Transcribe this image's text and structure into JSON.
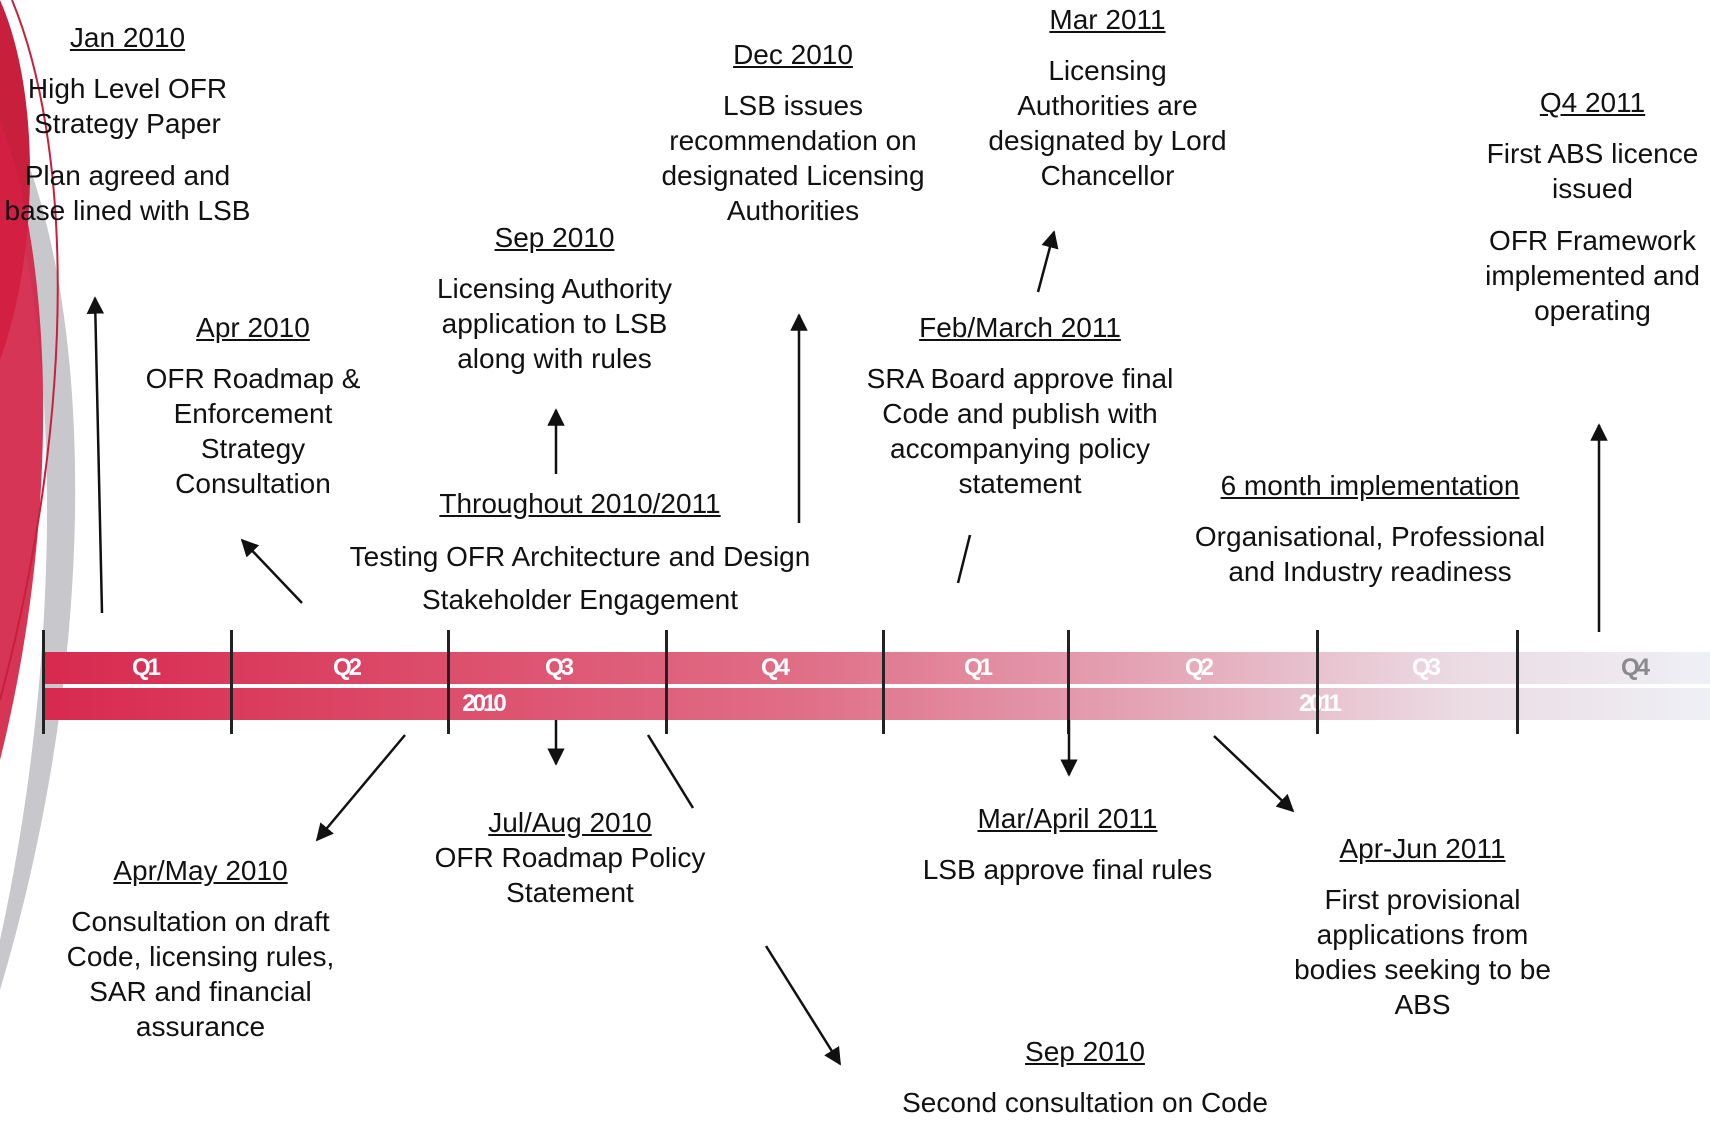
{
  "quarters": [
    {
      "label": "Q1",
      "color": "#ffffff"
    },
    {
      "label": "Q2",
      "color": "#ffffff"
    },
    {
      "label": "Q3",
      "color": "#ffffff"
    },
    {
      "label": "Q4",
      "color": "#ffffff"
    },
    {
      "label": "Q1",
      "color": "#ffffff"
    },
    {
      "label": "Q2",
      "color": "#ffffff"
    },
    {
      "label": "Q3",
      "color": "#ffffff"
    },
    {
      "label": "Q4",
      "color": "#8a8a8a"
    }
  ],
  "years": [
    {
      "label": "2010",
      "color": "#ffffff"
    },
    {
      "label": "2011",
      "color": "#ffffff"
    }
  ],
  "events": {
    "jan2010": {
      "date": "Jan 2010",
      "lines": [
        "High Level OFR Strategy Paper",
        "Plan agreed and base lined with LSB"
      ]
    },
    "apr2010": {
      "date": "Apr 2010",
      "lines": [
        "OFR Roadmap & Enforcement Strategy Consultation"
      ]
    },
    "sep2010_top": {
      "date": "Sep 2010",
      "lines": [
        "Licensing Authority application to LSB along with rules"
      ]
    },
    "throughout": {
      "date": "Throughout 2010/2011",
      "lines": [
        "Testing OFR Architecture and Design",
        "Stakeholder Engagement"
      ]
    },
    "dec2010": {
      "date": "Dec 2010",
      "lines": [
        "LSB issues recommendation on designated Licensing Authorities"
      ]
    },
    "mar2011": {
      "date": "Mar 2011",
      "lines": [
        "Licensing Authorities are designated by Lord Chancellor"
      ]
    },
    "febmar2011": {
      "date": "Feb/March 2011",
      "lines": [
        "SRA Board approve final Code and publish with accompanying policy statement"
      ]
    },
    "sixmonth": {
      "date": "6 month implementation",
      "lines": [
        "Organisational, Professional and Industry readiness"
      ]
    },
    "q42011": {
      "date": "Q4 2011",
      "lines": [
        "First ABS licence issued",
        "OFR Framework implemented and operating"
      ]
    },
    "aprmay2010": {
      "date": "Apr/May 2010",
      "lines": [
        "Consultation on draft Code, licensing rules, SAR and financial assurance"
      ]
    },
    "julaug2010": {
      "date": "Jul/Aug 2010",
      "lines": [
        "OFR Roadmap Policy Statement"
      ]
    },
    "marapr2011": {
      "date": "Mar/April 2011",
      "lines": [
        "LSB approve final rules"
      ]
    },
    "aprjun2011": {
      "date": "Apr-Jun 2011",
      "lines": [
        "First provisional applications from bodies seeking to be ABS"
      ]
    },
    "sep2010_bottom": {
      "date": "Sep 2010",
      "lines": [
        "Second consultation on Code"
      ]
    }
  }
}
